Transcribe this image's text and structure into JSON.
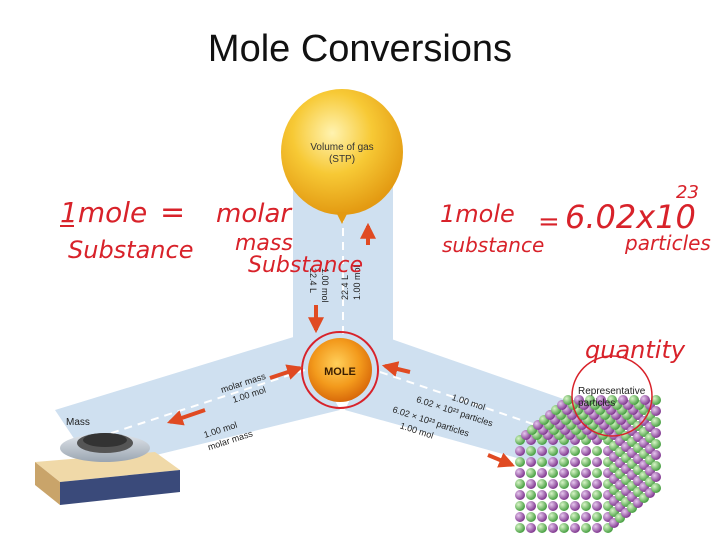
{
  "slide": {
    "title": "Mole Conversions"
  },
  "diagram": {
    "center": "MOLE",
    "volume": {
      "line1": "Volume of gas",
      "line2": "(STP)"
    },
    "mass": "Mass",
    "particles": {
      "line1": "Representative",
      "line2": "particles"
    },
    "vertical_left": {
      "top": "1.00 mol",
      "bottom": "22.4 L"
    },
    "vertical_right": {
      "top": "22.4 L",
      "bottom": "1.00 mol"
    },
    "left_upper": {
      "top": "molar mass",
      "bottom": "1.00 mol"
    },
    "left_lower": {
      "top": "1.00 mol",
      "bottom": "molar mass"
    },
    "right_upper": {
      "top": "1.00 mol",
      "bottom": "6.02 × 10²³ particles"
    },
    "right_lower": {
      "top": "6.02 × 10²³ particles",
      "bottom": "1.00 mol"
    }
  },
  "handwriting": {
    "left_1": "1mole",
    "left_2": "Substance",
    "equals_1": "=",
    "molar_1": "molar",
    "molar_2": "mass",
    "molar_3": "Substance",
    "right_1": "1mole",
    "right_2": "substance",
    "equals_2": "=",
    "avogadro": "6.02x10",
    "exponent": "23",
    "particles": "particles",
    "quantity": "quantity"
  },
  "colors": {
    "band": "#cfe0f0",
    "arrow": "#e04a22",
    "ink": "#d8222a",
    "balloon": "#f5c12e",
    "mole_orb": "#f39a1c"
  }
}
